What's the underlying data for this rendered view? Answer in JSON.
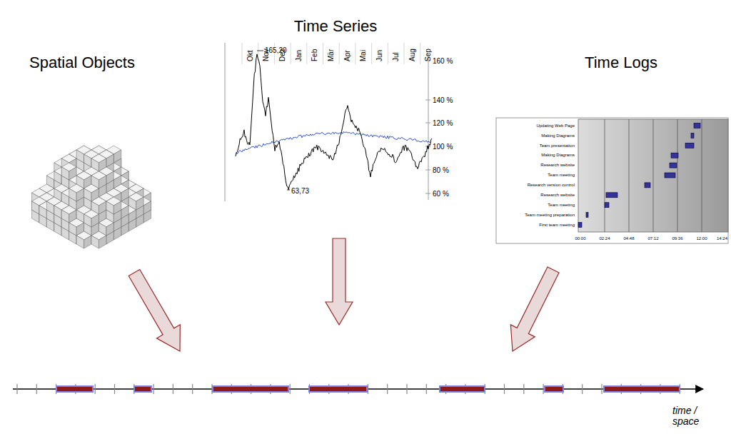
{
  "diagram": {
    "labels": [
      "Time Series",
      "Spatial Objects",
      "Time Logs",
      "Okt",
      "Nov",
      "Dez",
      "Jan",
      "Feb",
      "Mär",
      "Apr",
      "Mai",
      "Jun",
      "Jul",
      "Aug",
      "Sep",
      "165,20",
      "63,73",
      "160 %",
      "140 %",
      "120 %",
      "100 %",
      "80 %",
      "60 %",
      "Updating Web Page",
      "Making Diagrams",
      "Team presentation",
      "Making Diagrams",
      "Research website",
      "Team meeting",
      "Research version control",
      "Research website",
      "Team meeting",
      "Team meeting preparation",
      "First team meeting",
      "00:00",
      "02:24",
      "04:48",
      "07:12",
      "09:36",
      "12:00",
      "14:24",
      "time / space"
    ]
  }
}
